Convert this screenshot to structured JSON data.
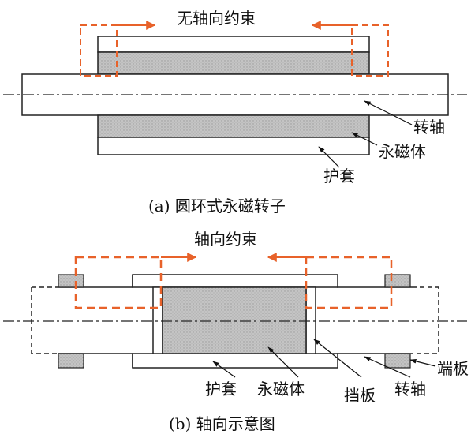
{
  "diagram_a": {
    "title": "无轴向约束",
    "caption": "(a) 圆环式永磁转子",
    "labels": {
      "shaft": "转轴",
      "magnet": "永磁体",
      "sleeve": "护套"
    }
  },
  "diagram_b": {
    "title": "轴向约束",
    "caption": "(b) 轴向示意图",
    "labels": {
      "sleeve": "护套",
      "magnet": "永磁体",
      "baffle": "挡板",
      "shaft": "转轴",
      "end_plate": "端板"
    }
  },
  "colors": {
    "constraint": "#e8622a",
    "magnet_fill": "#bdbdbd",
    "line": "#222222"
  }
}
